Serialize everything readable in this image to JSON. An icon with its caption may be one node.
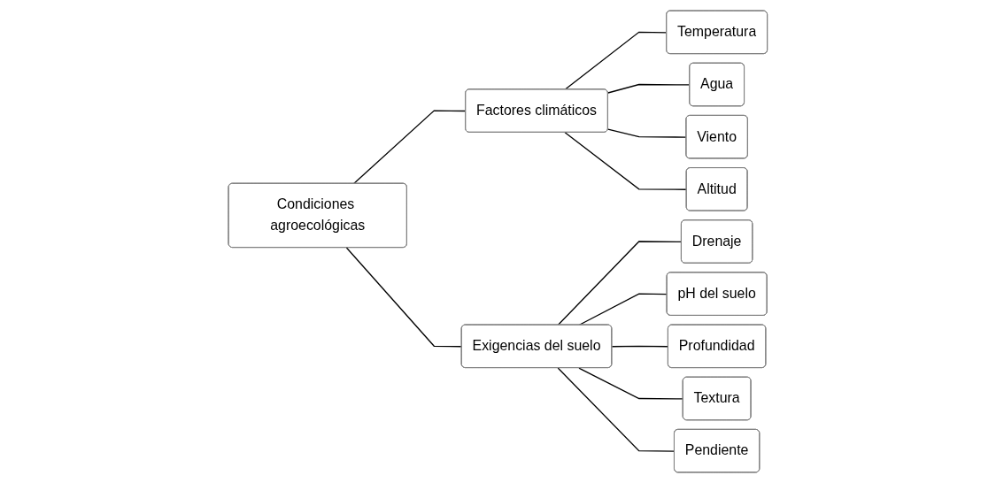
{
  "diagram": {
    "nodes": [
      {
        "text": [
          "Condiciones agroecológicas"
        ]
      },
      {
        "text": [
          "Factores climáticos"
        ]
      },
      {
        "text": [
          "Temperatura"
        ]
      },
      {
        "text": [
          "Agua"
        ]
      },
      {
        "text": [
          "Viento"
        ]
      },
      {
        "text": [
          "Altitud"
        ]
      },
      {
        "text": [
          "Exigencias del suelo"
        ]
      },
      {
        "text": [
          "Drenaje"
        ]
      },
      {
        "text": [
          "pH del suelo"
        ]
      },
      {
        "text": [
          "Profundidad"
        ]
      },
      {
        "text": [
          "Textura"
        ]
      },
      {
        "text": [
          "Pendiente"
        ]
      }
    ],
    "edges": [
      {
        "from": 0,
        "to": 1,
        "arrow": "none"
      },
      {
        "from": 0,
        "to": 6,
        "arrow": "none"
      },
      {
        "from": 1,
        "to": 2,
        "arrow": "none"
      },
      {
        "from": 1,
        "to": 3,
        "arrow": "none"
      },
      {
        "from": 1,
        "to": 4,
        "arrow": "none"
      },
      {
        "from": 1,
        "to": 5,
        "arrow": "none"
      },
      {
        "from": 6,
        "to": 7,
        "arrow": "none"
      },
      {
        "from": 6,
        "to": 8,
        "arrow": "none"
      },
      {
        "from": 6,
        "to": 9,
        "arrow": "none"
      },
      {
        "from": 6,
        "to": 10,
        "arrow": "none"
      },
      {
        "from": 6,
        "to": 11,
        "arrow": "none"
      }
    ]
  }
}
